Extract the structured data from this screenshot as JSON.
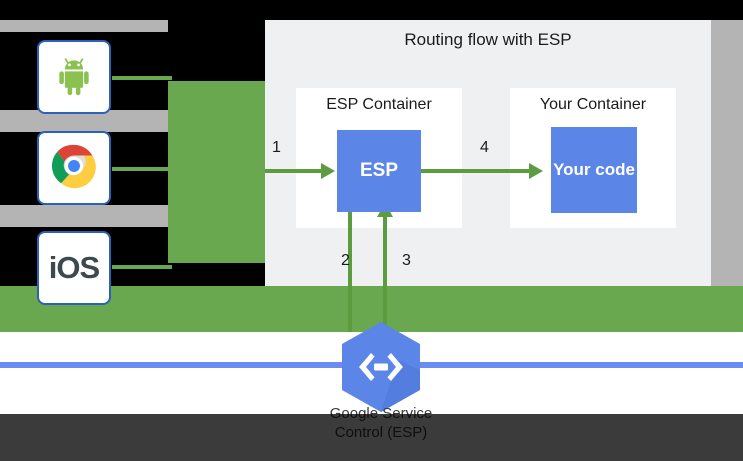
{
  "diagram": {
    "title": "Routing flow with ESP",
    "clients": [
      {
        "name": "android",
        "icon": "android-icon",
        "label": ""
      },
      {
        "name": "chrome",
        "icon": "chrome-icon",
        "label": ""
      },
      {
        "name": "ios",
        "icon": "ios-icon",
        "label": "iOS"
      }
    ],
    "containers": [
      {
        "id": "esp",
        "label": "ESP Container",
        "box_label": "ESP"
      },
      {
        "id": "your",
        "label": "Your Container",
        "box_label": "Your code"
      }
    ],
    "flow_steps": [
      {
        "number": "1",
        "direction": "right"
      },
      {
        "number": "2",
        "direction": "down"
      },
      {
        "number": "3",
        "direction": "up"
      },
      {
        "number": "4",
        "direction": "right"
      }
    ],
    "service": {
      "icon": "google-service-control-hexagon-icon",
      "glyph": "code-brackets",
      "caption_line1": "Google Service",
      "caption_line2": "Control (ESP)"
    },
    "colors": {
      "accent_blue": "#5c85e8",
      "rule_blue": "#6a8ef0",
      "arrow_green": "#5a9c3e",
      "block_green": "#6aa84f",
      "panel_bg": "#eff0f1",
      "gray_strip": "#b4b4b4",
      "card_border_blue": "#2a62b8"
    }
  }
}
